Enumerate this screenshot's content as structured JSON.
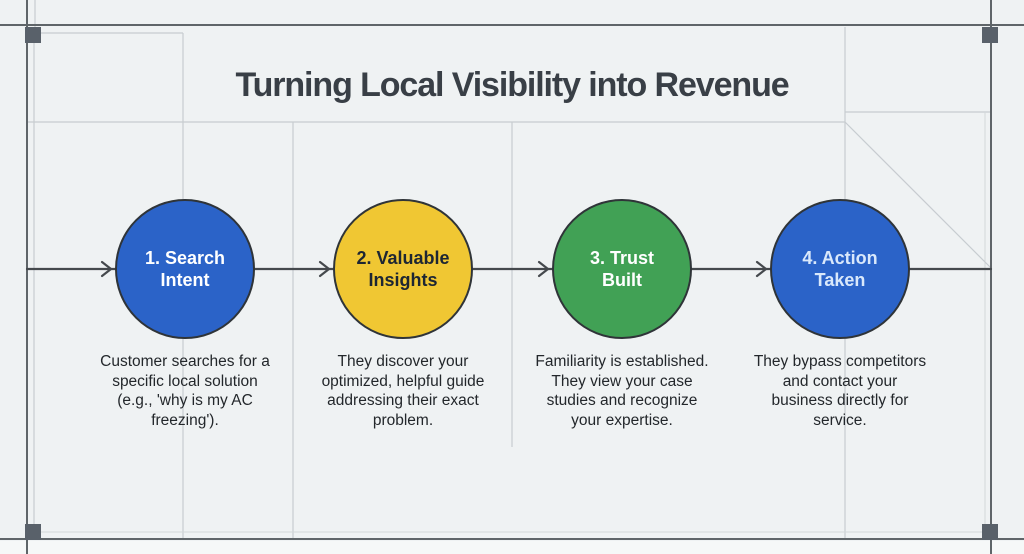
{
  "title": "Turning Local Visibility into Revenue",
  "colors": {
    "background": "#eff2f3",
    "frame_line": "#5f6569",
    "grid_line": "#c7ccd0",
    "corner_handle": "#59616a",
    "arrow": "#45494d",
    "title_text": "#393f46",
    "caption_text": "#23272b"
  },
  "stages": [
    {
      "label": "1. Search Intent",
      "circle_label": "1. Search\nIntent",
      "circle_color": "#2b63c8",
      "text_color": "#ffffff",
      "caption": "Customer searches for a\nspecific local solution\n(e.g., 'why is my AC\nfreezing')."
    },
    {
      "label": "2. Valuable Insights",
      "circle_label": "2. Valuable\nInsights",
      "circle_color": "#f0c733",
      "text_color": "#1d2633",
      "caption": "They discover your\noptimized, helpful guide\naddressing their exact\nproblem."
    },
    {
      "label": "3. Trust Built",
      "circle_label": "3. Trust\nBuilt",
      "circle_color": "#41a155",
      "text_color": "#ffffff",
      "caption": "Familiarity is established.\nThey view your case\nstudies and recognize\nyour expertise."
    },
    {
      "label": "4. Action Taken",
      "circle_label": "4. Action\nTaken",
      "circle_color": "#2b63c8",
      "text_color": "#d9e8fb",
      "caption": "They bypass competitors\nand contact your\nbusiness directly for\nservice."
    }
  ]
}
